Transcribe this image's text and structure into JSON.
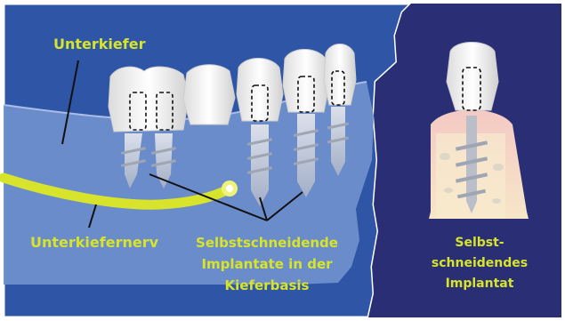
{
  "labels": {
    "unterkiefer": "Unterkiefer",
    "unterkiefernerv": "Unterkiefernerv",
    "selbst_lines": [
      "Selbstschneidende",
      "Implantate in der",
      "Kieferbasis"
    ],
    "single_lines": [
      "Selbst-",
      "schneidendes",
      "Implantat"
    ]
  },
  "colors": {
    "panel_blue": "#2e55a6",
    "jaw_fill": "#6f8fcb",
    "jaw_edge": "#8ea8db",
    "right_panel": "#2a2f75",
    "accent_yellow": "#d7e42b",
    "tooth_white": "#f2f2f2",
    "implant_gray": "#b9bec8"
  }
}
